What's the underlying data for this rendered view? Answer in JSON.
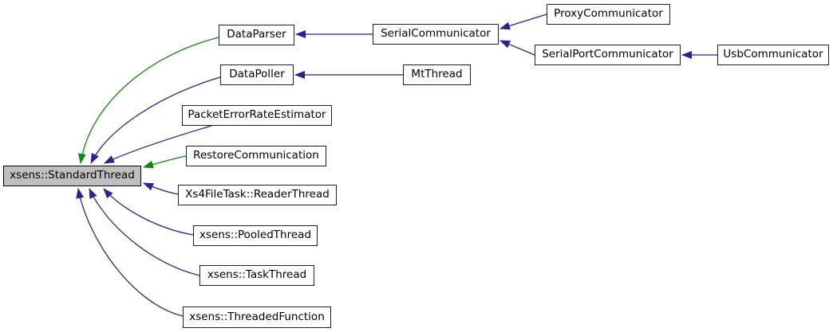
{
  "diagram": {
    "type": "class-inheritance-graph",
    "description": "Inheritance diagram for xsens::StandardThread",
    "colors": {
      "background": "#ffffff",
      "node_fill": "#ffffff",
      "node_border": "#1f1f1f",
      "highlight_node_fill": "#bfbfbf",
      "edge_public_inheritance": "#25258a",
      "edge_protected_inheritance": "#108410"
    },
    "nodes": {
      "standard_thread": {
        "label": "xsens::StandardThread",
        "highlighted": true
      },
      "data_parser": {
        "label": "DataParser",
        "highlighted": false
      },
      "serial_communicator": {
        "label": "SerialCommunicator",
        "highlighted": false
      },
      "proxy_communicator": {
        "label": "ProxyCommunicator",
        "highlighted": false
      },
      "serial_port_communicator": {
        "label": "SerialPortCommunicator",
        "highlighted": false
      },
      "usb_communicator": {
        "label": "UsbCommunicator",
        "highlighted": false
      },
      "data_poller": {
        "label": "DataPoller",
        "highlighted": false
      },
      "mt_thread": {
        "label": "MtThread",
        "highlighted": false
      },
      "packet_error_rate_estimator": {
        "label": "PacketErrorRateEstimator",
        "highlighted": false
      },
      "restore_communication": {
        "label": "RestoreCommunication",
        "highlighted": false
      },
      "reader_thread": {
        "label": "Xs4FileTask::ReaderThread",
        "highlighted": false
      },
      "pooled_thread": {
        "label": "xsens::PooledThread",
        "highlighted": false
      },
      "task_thread": {
        "label": "xsens::TaskThread",
        "highlighted": false
      },
      "threaded_function": {
        "label": "xsens::ThreadedFunction",
        "highlighted": false
      }
    },
    "edges": [
      {
        "from": "DataParser",
        "to": "xsens::StandardThread",
        "relation": "protected-inheritance",
        "color": "#108410"
      },
      {
        "from": "DataPoller",
        "to": "xsens::StandardThread",
        "relation": "public-inheritance",
        "color": "#25258a"
      },
      {
        "from": "PacketErrorRateEstimator",
        "to": "xsens::StandardThread",
        "relation": "public-inheritance",
        "color": "#25258a"
      },
      {
        "from": "RestoreCommunication",
        "to": "xsens::StandardThread",
        "relation": "protected-inheritance",
        "color": "#108410"
      },
      {
        "from": "Xs4FileTask::ReaderThread",
        "to": "xsens::StandardThread",
        "relation": "public-inheritance",
        "color": "#25258a"
      },
      {
        "from": "xsens::PooledThread",
        "to": "xsens::StandardThread",
        "relation": "public-inheritance",
        "color": "#25258a"
      },
      {
        "from": "xsens::TaskThread",
        "to": "xsens::StandardThread",
        "relation": "public-inheritance",
        "color": "#25258a"
      },
      {
        "from": "xsens::ThreadedFunction",
        "to": "xsens::StandardThread",
        "relation": "public-inheritance",
        "color": "#25258a"
      },
      {
        "from": "SerialCommunicator",
        "to": "DataParser",
        "relation": "public-inheritance",
        "color": "#25258a"
      },
      {
        "from": "ProxyCommunicator",
        "to": "SerialCommunicator",
        "relation": "public-inheritance",
        "color": "#25258a"
      },
      {
        "from": "SerialPortCommunicator",
        "to": "SerialCommunicator",
        "relation": "public-inheritance",
        "color": "#25258a"
      },
      {
        "from": "UsbCommunicator",
        "to": "SerialPortCommunicator",
        "relation": "public-inheritance",
        "color": "#25258a"
      },
      {
        "from": "MtThread",
        "to": "DataPoller",
        "relation": "public-inheritance",
        "color": "#25258a"
      }
    ]
  }
}
